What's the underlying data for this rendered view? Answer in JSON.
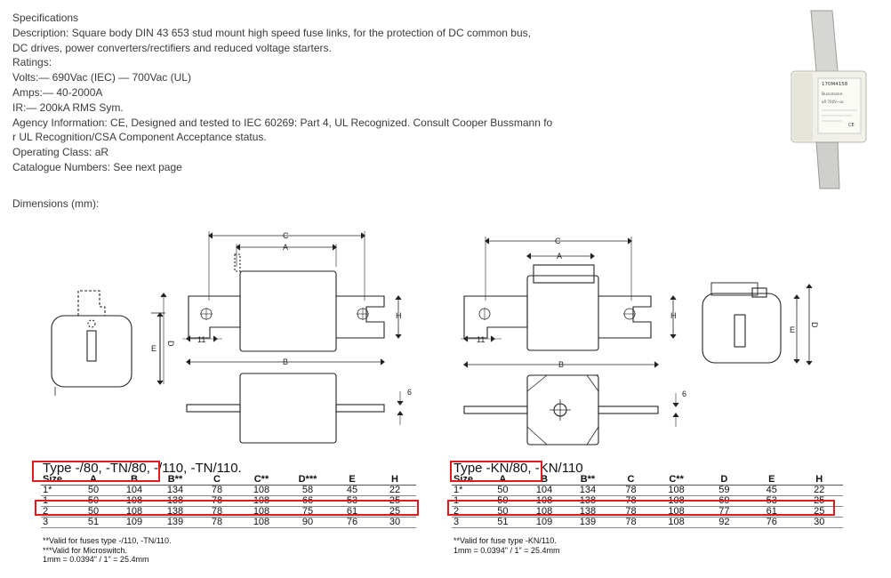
{
  "specs": {
    "lines": [
      "Specifications",
      "Description: Square body DIN 43 653 stud mount high speed fuse links, for the protection of DC common bus,",
      "DC drives, power converters/rectifiers and reduced voltage starters.",
      "Ratings:",
      "Volts:— 690Vac (IEC) — 700Vac (UL)",
      "Amps:— 40-2000A",
      "IR:— 200kA RMS Sym.",
      "Agency Information: CE, Designed and tested to IEC 60269: Part 4, UL Recognized. Consult Cooper Bussmann fo",
      "r UL Recognition/CSA Component Acceptance status.",
      "Operating Class: aR",
      "Catalogue Numbers: See next page"
    ],
    "dimensions_label": "Dimensions (mm):"
  },
  "photo": {
    "label_lines": [
      "170M4158",
      "Bussmann",
      "aR 700V~ac",
      "CE"
    ]
  },
  "drawing_labels": {
    "C": "C",
    "A": "A",
    "B": "B",
    "H": "H",
    "D": "D",
    "E": "E",
    "eleven": "11",
    "six": "6"
  },
  "table_left": {
    "title_hl": "Type -/80, -TN/80",
    "title_rest": ", -/110, -TN/110.",
    "headers": [
      "Size",
      "A",
      "B",
      "B**",
      "C",
      "C**",
      "D***",
      "E",
      "H"
    ],
    "rows": [
      [
        "1*",
        "50",
        "104",
        "134",
        "78",
        "108",
        "58",
        "45",
        "22"
      ],
      [
        "1",
        "50",
        "108",
        "138",
        "78",
        "108",
        "66",
        "53",
        "25"
      ],
      [
        "2",
        "50",
        "108",
        "138",
        "78",
        "108",
        "75",
        "61",
        "25"
      ],
      [
        "3",
        "51",
        "109",
        "139",
        "78",
        "108",
        "90",
        "76",
        "30"
      ]
    ],
    "notes": [
      "**Valid for fuses type -/110, -TN/110.",
      "***Valid for Microswitch.",
      "1mm = 0.0394\" / 1\" = 25.4mm"
    ]
  },
  "table_right": {
    "title_hl": "Type -KN/80",
    "title_rest": ", -KN/110",
    "headers": [
      "Size",
      "A",
      "B",
      "B**",
      "C",
      "C**",
      "D",
      "E",
      "H"
    ],
    "rows": [
      [
        "1*",
        "50",
        "104",
        "134",
        "78",
        "108",
        "59",
        "45",
        "22"
      ],
      [
        "1",
        "50",
        "108",
        "138",
        "78",
        "108",
        "69",
        "53",
        "25"
      ],
      [
        "2",
        "50",
        "108",
        "138",
        "78",
        "108",
        "77",
        "61",
        "25"
      ],
      [
        "3",
        "51",
        "109",
        "139",
        "78",
        "108",
        "92",
        "76",
        "30"
      ]
    ],
    "notes": [
      "**Valid for fuse type -KN/110.",
      "1mm = 0.0394\" / 1\" = 25.4mm"
    ]
  },
  "colors": {
    "highlight": "#e01b1b",
    "text": "#3a3a3a",
    "line": "#222222"
  }
}
